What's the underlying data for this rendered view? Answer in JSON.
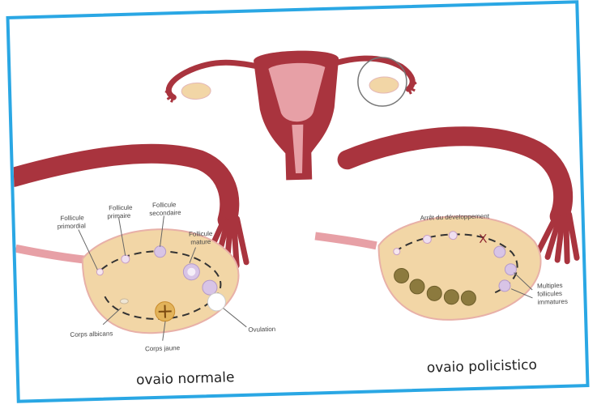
{
  "normal": {
    "labels": {
      "follicule_primordial": [
        "Follicule",
        "primordial"
      ],
      "follicule_primaire": [
        "Follicule",
        "primaire"
      ],
      "follicule_secondaire": [
        "Follicule",
        "secondaire"
      ],
      "follicule_mature": [
        "Follicule",
        "mature"
      ],
      "corps_albicans": "Corps albicans",
      "corps_jaune": "Corps jaune",
      "ovulation": "Ovulation"
    },
    "caption": "ovaio normale"
  },
  "polycystic": {
    "labels": {
      "arret": "Arrêt du développement",
      "arret_mark": "X",
      "multiples": [
        "Multiples",
        "follicules",
        "immatures"
      ]
    },
    "caption": "ovaio policistico"
  },
  "colors": {
    "frame": "#2aa7e4",
    "uterus": "#a9343e",
    "uterus_light": "#e7a0a6",
    "ovary": "#f2d6a6",
    "follicle": "#d8c4e6",
    "cyst": "#8c7a3e"
  }
}
